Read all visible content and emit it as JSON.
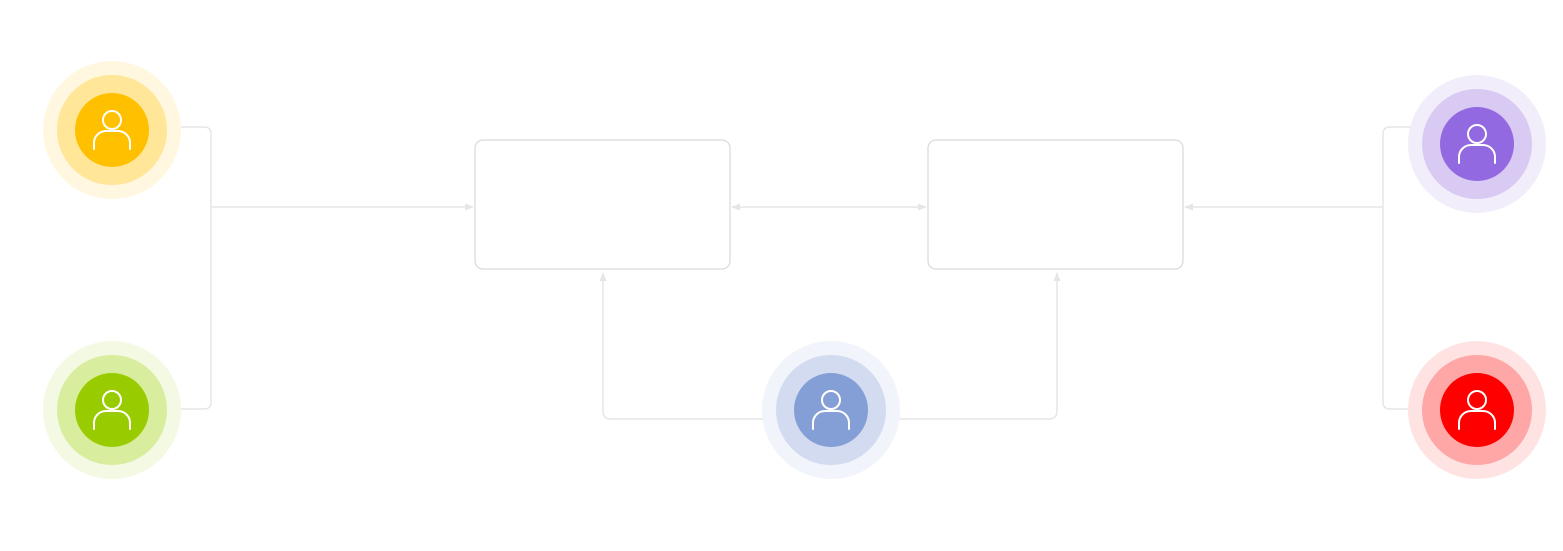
{
  "colors": {
    "connector": "#e6e6e6",
    "box_border": "#d9d9d9",
    "box_fill": "#ffffff",
    "icon_stroke": "#ffffff"
  },
  "boxes": [
    {
      "id": "box-left",
      "text": ""
    },
    {
      "id": "box-right",
      "text": ""
    }
  ],
  "users": [
    {
      "id": "user-yellow",
      "icon": "user-icon",
      "core": "#ffc000",
      "mid": "#ffe699",
      "outer": "#fff7df"
    },
    {
      "id": "user-green",
      "icon": "user-icon",
      "core": "#99cc00",
      "mid": "#d9ed9f",
      "outer": "#f3f9e3"
    },
    {
      "id": "user-blue",
      "icon": "user-icon",
      "core": "#849fd5",
      "mid": "#d2dbef",
      "outer": "#f1f4fa"
    },
    {
      "id": "user-purple",
      "icon": "user-icon",
      "core": "#9269e0",
      "mid": "#d9caf4",
      "outer": "#f2edfb"
    },
    {
      "id": "user-red",
      "icon": "user-icon",
      "core": "#ff0000",
      "mid": "#ffa6a6",
      "outer": "#ffe3e3"
    }
  ]
}
